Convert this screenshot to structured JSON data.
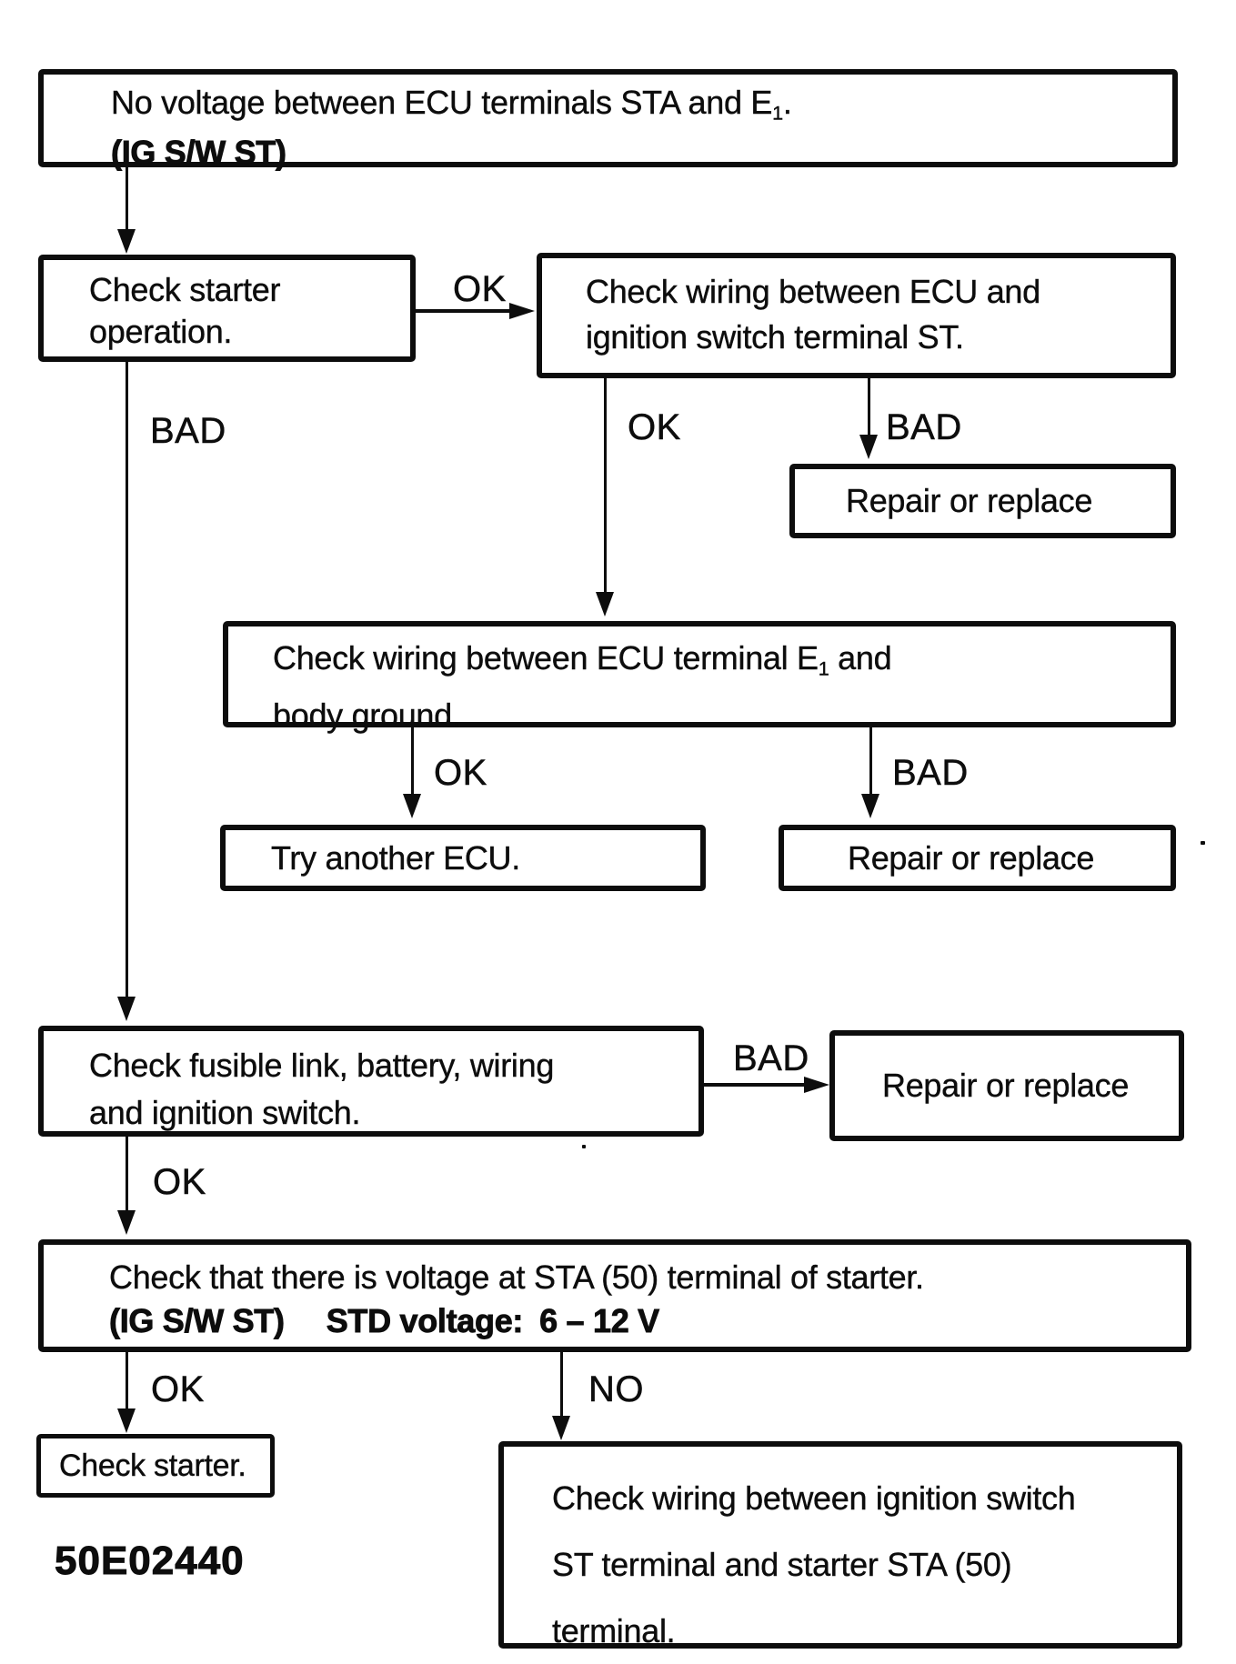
{
  "labels": {
    "ok": "OK",
    "bad": "BAD",
    "no": "NO"
  },
  "nodes": {
    "start": {
      "line1_pre": "No voltage between ECU terminals STA and E",
      "line1_sub": "1",
      "line1_post": ".",
      "line2": "(IG S/W ST)"
    },
    "check_starter_operation": {
      "line1": "Check starter",
      "line2": "operation."
    },
    "check_wiring_ecu_ignition": {
      "line1": "Check wiring between ECU and",
      "line2": "ignition switch terminal ST."
    },
    "repair_or_replace_1": {
      "text": "Repair or replace"
    },
    "check_wiring_e1_ground": {
      "line1_pre": "Check wiring between ECU terminal E",
      "line1_sub": "1",
      "line1_post": " and",
      "line2": "body ground."
    },
    "try_another_ecu": {
      "text": "Try another ECU."
    },
    "repair_or_replace_2": {
      "text": "Repair or replace"
    },
    "check_fusible_link": {
      "line1": "Check fusible link, battery, wiring",
      "line2": "and ignition switch."
    },
    "repair_or_replace_3": {
      "text": "Repair or replace"
    },
    "check_voltage_sta": {
      "line1": "Check that there is voltage at STA (50) terminal of starter.",
      "line2_a": "(IG S/W ST)",
      "line2_b": "STD voltage:",
      "line2_c": "6 – 12 V"
    },
    "check_starter": {
      "text": "Check starter."
    },
    "check_wiring_ign_starter": {
      "line1": "Check wiring between ignition switch",
      "line2": "ST terminal and starter STA (50)",
      "line3": "terminal."
    }
  },
  "figure_code": "50E02440"
}
